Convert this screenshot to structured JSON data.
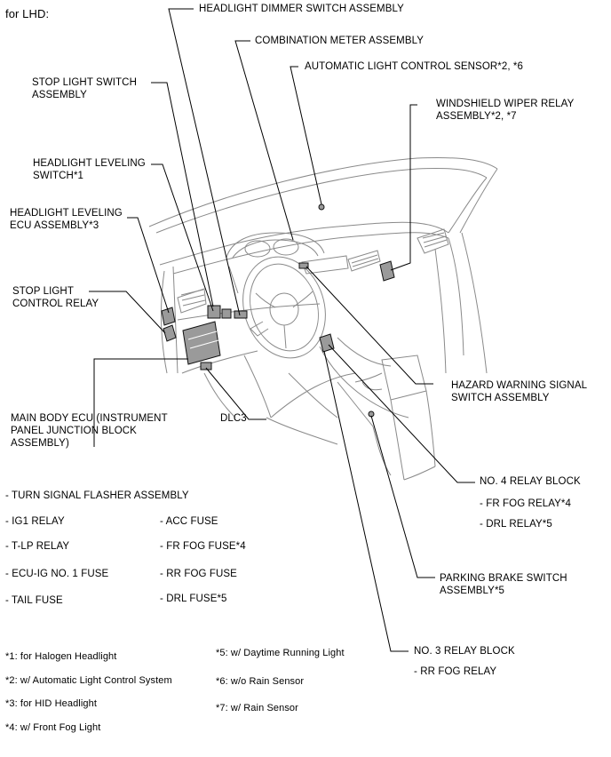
{
  "header": {
    "title": "for LHD:"
  },
  "labels": {
    "headlight_dimmer": "HEADLIGHT DIMMER SWITCH ASSEMBLY",
    "combination_meter": "COMBINATION METER ASSEMBLY",
    "auto_light_sensor": "AUTOMATIC LIGHT CONTROL SENSOR*2, *6",
    "stop_light_switch": "STOP LIGHT SWITCH\nASSEMBLY",
    "windshield_wiper_relay": "WINDSHIELD WIPER RELAY\nASSEMBLY*2, *7",
    "headlight_leveling_switch": "HEADLIGHT LEVELING\nSWITCH*1",
    "headlight_leveling_ecu": "HEADLIGHT LEVELING\nECU ASSEMBLY*3",
    "stop_light_control_relay": "STOP LIGHT\nCONTROL RELAY",
    "hazard_warning": "HAZARD WARNING SIGNAL\nSWITCH ASSEMBLY",
    "main_body_ecu": "MAIN BODY ECU (INSTRUMENT\nPANEL JUNCTION BLOCK\nASSEMBLY)",
    "dlc3": "DLC3",
    "no4_relay_block": "NO. 4 RELAY BLOCK",
    "fr_fog_relay": "- FR FOG RELAY*4",
    "drl_relay": "- DRL RELAY*5",
    "parking_brake": "PARKING BRAKE SWITCH\nASSEMBLY*5",
    "no3_relay_block": "NO. 3 RELAY BLOCK",
    "rr_fog_relay": "- RR FOG RELAY"
  },
  "junction_list": {
    "turn_signal": "- TURN SIGNAL FLASHER ASSEMBLY",
    "ig1_relay": "- IG1 RELAY",
    "acc_fuse": "- ACC FUSE",
    "tlp_relay": "- T-LP RELAY",
    "fr_fog_fuse": "- FR FOG FUSE*4",
    "ecu_ig_fuse": "- ECU-IG NO. 1 FUSE",
    "rr_fog_fuse": "- RR FOG FUSE",
    "tail_fuse": "- TAIL FUSE",
    "drl_fuse": "- DRL FUSE*5"
  },
  "notes": {
    "n1": "*1: for Halogen Headlight",
    "n2": "*2: w/ Automatic Light Control System",
    "n3": "*3: for HID Headlight",
    "n4": "*4: w/ Front Fog Light",
    "n5": "*5: w/ Daytime Running Light",
    "n6": "*6: w/o Rain Sensor",
    "n7": "*7: w/ Rain Sensor"
  }
}
